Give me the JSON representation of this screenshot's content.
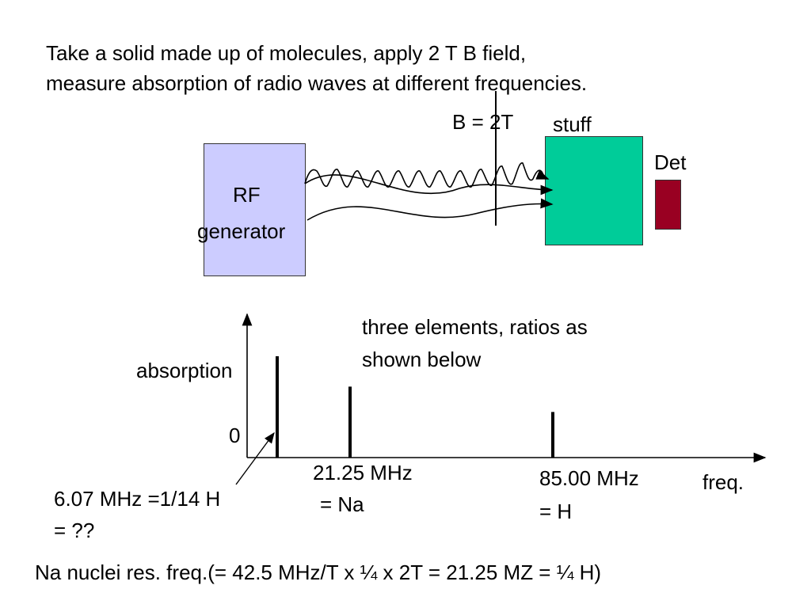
{
  "intro": {
    "line1": "Take a solid made up of molecules, apply 2 T B field,",
    "line2": "measure absorption of radio waves at different frequencies."
  },
  "apparatus": {
    "b_field_label": "B = 2T",
    "stuff_label": "stuff",
    "detector_label": "Det",
    "rf_generator_line1": "RF",
    "rf_generator_line2": "generator",
    "colors": {
      "rf_generator": "#ccccff",
      "sample": "#00cc99",
      "detector": "#990022"
    }
  },
  "spectrum_note": {
    "line1": "three elements, ratios as",
    "line2": "shown below"
  },
  "chart_data": {
    "type": "bar",
    "ylabel": "absorption",
    "xlabel": "freq.",
    "y_zero_label": "0",
    "peaks": [
      {
        "frequency_mhz": 6.07,
        "relative_height": 1.0,
        "label_line1": "6.07 MHz =1/14 H",
        "label_line2": "= ??"
      },
      {
        "frequency_mhz": 21.25,
        "relative_height": 0.7,
        "label_line1": "21.25 MHz",
        "label_line2": "= Na"
      },
      {
        "frequency_mhz": 85.0,
        "relative_height": 0.45,
        "label_line1": "85.00 MHz",
        "label_line2": "= H"
      }
    ]
  },
  "footer": {
    "text": "Na nuclei res. freq.(= 42.5 MHz/T x ¼ x 2T = 21.25 MZ = ¼ H)"
  }
}
